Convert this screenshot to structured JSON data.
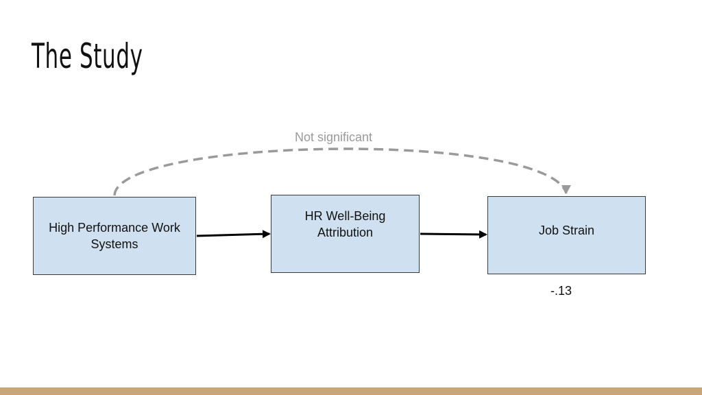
{
  "slide": {
    "title": "The Study"
  },
  "diagram": {
    "nodes": {
      "hpws": "High Performance Work Systems",
      "hr_wellbeing": "HR Well-Being Attribution",
      "job_strain": "Job Strain"
    },
    "edges": {
      "direct_label": "Not significant",
      "coefficient": "-.13"
    }
  },
  "colors": {
    "box_fill": "#cfe0f0",
    "box_border": "#3a3a3a",
    "dashed_arrow": "#9a9a9a",
    "solid_arrow": "#000000",
    "footer_bar": "#c9a67a"
  }
}
